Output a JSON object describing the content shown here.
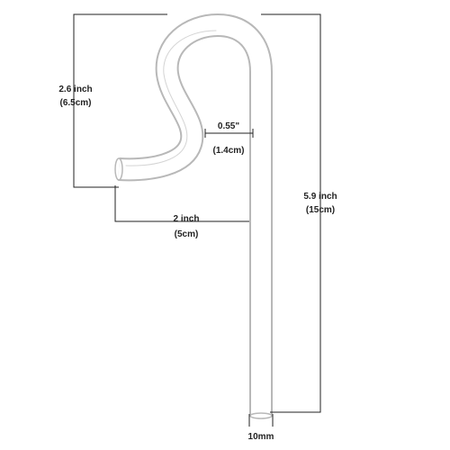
{
  "colors": {
    "dimension_line": "#222222",
    "glass_edge": "#b8b8b8",
    "glass_highlight": "#f2f2f2",
    "background": "#ffffff"
  },
  "dimensions": {
    "outlet_height": {
      "inch": "2.6 inch",
      "cm": "(6.5cm)"
    },
    "gap": {
      "inch": "0.55\"",
      "cm": "(1.4cm)"
    },
    "reach": {
      "inch": "2 inch",
      "cm": "(5cm)"
    },
    "total_height": {
      "inch": "5.9 inch",
      "cm": "(15cm)"
    },
    "diameter": {
      "mm": "10mm"
    }
  }
}
